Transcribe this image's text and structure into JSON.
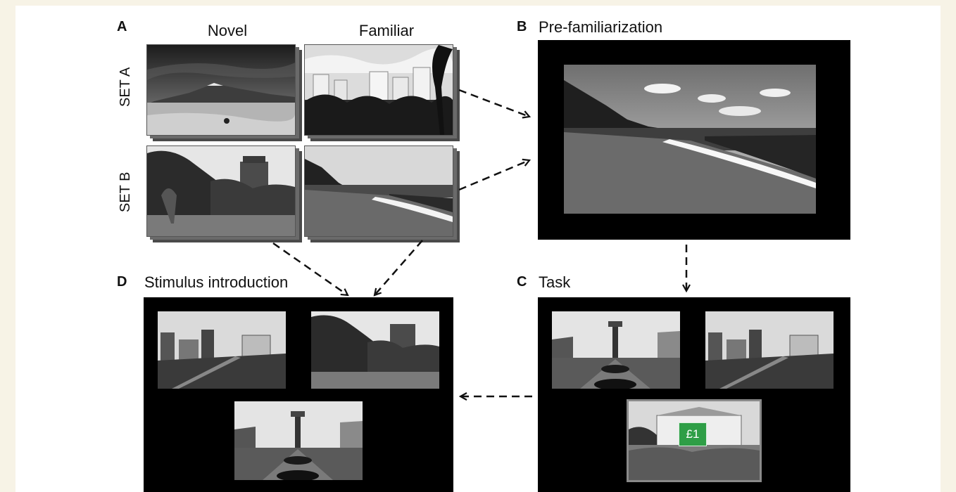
{
  "panels": {
    "a": {
      "letter": "A",
      "col_novel": "Novel",
      "col_familiar": "Familiar",
      "set_a": "SET A",
      "set_b": "SET B"
    },
    "b": {
      "letter": "B",
      "title": "Pre-familiarization"
    },
    "c": {
      "letter": "C",
      "title": "Task",
      "reward": "£1"
    },
    "d": {
      "letter": "D",
      "title": "Stimulus introduction"
    }
  },
  "colors": {
    "background": "#f7f3e6",
    "screen": "#000000",
    "reward_badge": "#2e9e46",
    "arrows": "#111111"
  }
}
